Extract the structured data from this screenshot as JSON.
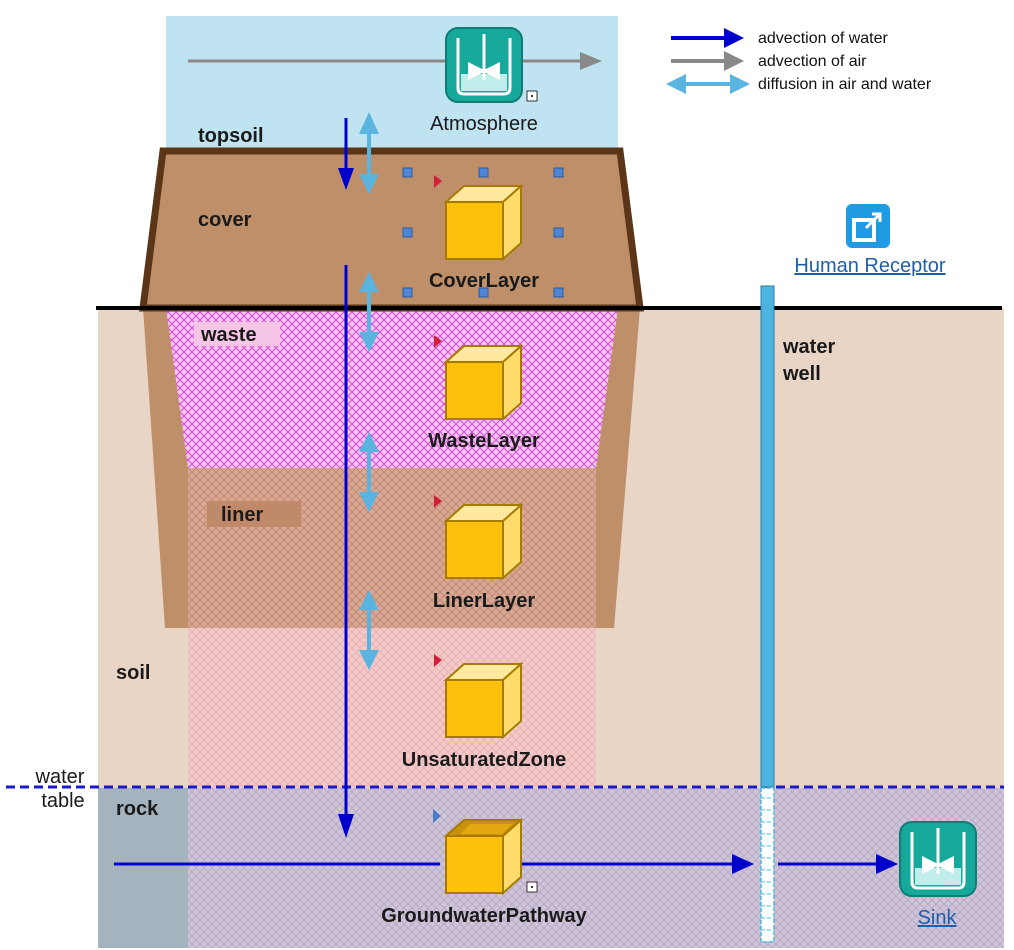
{
  "legend": {
    "water_advection": "advection of water",
    "air_advection": "advection of air",
    "diffusion": "diffusion in air and water"
  },
  "labels": {
    "topsoil": "topsoil",
    "cover": "cover",
    "waste": "waste",
    "liner": "liner",
    "soil": "soil",
    "rock": "rock",
    "water_table_1": "water",
    "water_table_2": "table",
    "water_well_1": "water",
    "water_well_2": "well"
  },
  "nodes": {
    "atmosphere": "Atmosphere",
    "cover_layer": "CoverLayer",
    "waste_layer": "WasteLayer",
    "liner_layer": "LinerLayer",
    "unsaturated_zone": "UnsaturatedZone",
    "groundwater_pathway": "GroundwaterPathway",
    "human_receptor": "Human Receptor",
    "sink": "Sink"
  },
  "colors": {
    "sky": "#bfe3f1",
    "cover": "#bf8f6a",
    "soil": "#e9d5c5",
    "waste": "#f4b6f0",
    "liner": "#d9a892",
    "unsaturated": "#f2c9c9",
    "rock": "#cdc2d6",
    "water_arrow": "#0000cc",
    "air_arrow": "#888888",
    "diffusion_arrow": "#5ab4e0",
    "cube": "#fdc10d",
    "mixer": "#17a89c",
    "well": "#4fb3df"
  }
}
